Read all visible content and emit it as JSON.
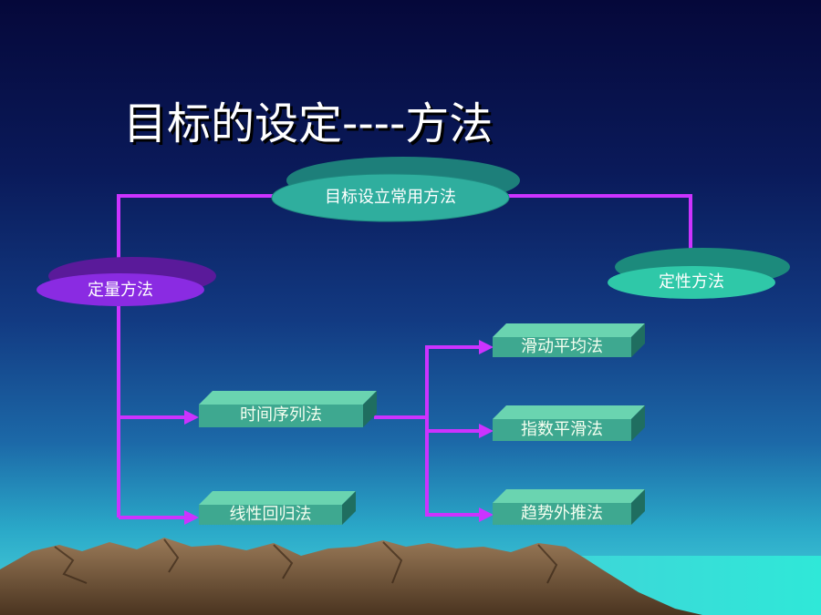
{
  "title": "目标的设定----方法",
  "nodes": {
    "root": "目标设立常用方法",
    "quant": "定量方法",
    "qual": "定性方法",
    "timeseries": "时间序列法",
    "regression": "线性回归法",
    "moving_avg": "滑动平均法",
    "exp_smooth": "指数平滑法",
    "trend": "趋势外推法"
  },
  "colors": {
    "connector": "#cc33ff",
    "teal_disc": "#2fae9e",
    "purple_disc": "#8a2be2",
    "box_face": "#3ea890"
  }
}
